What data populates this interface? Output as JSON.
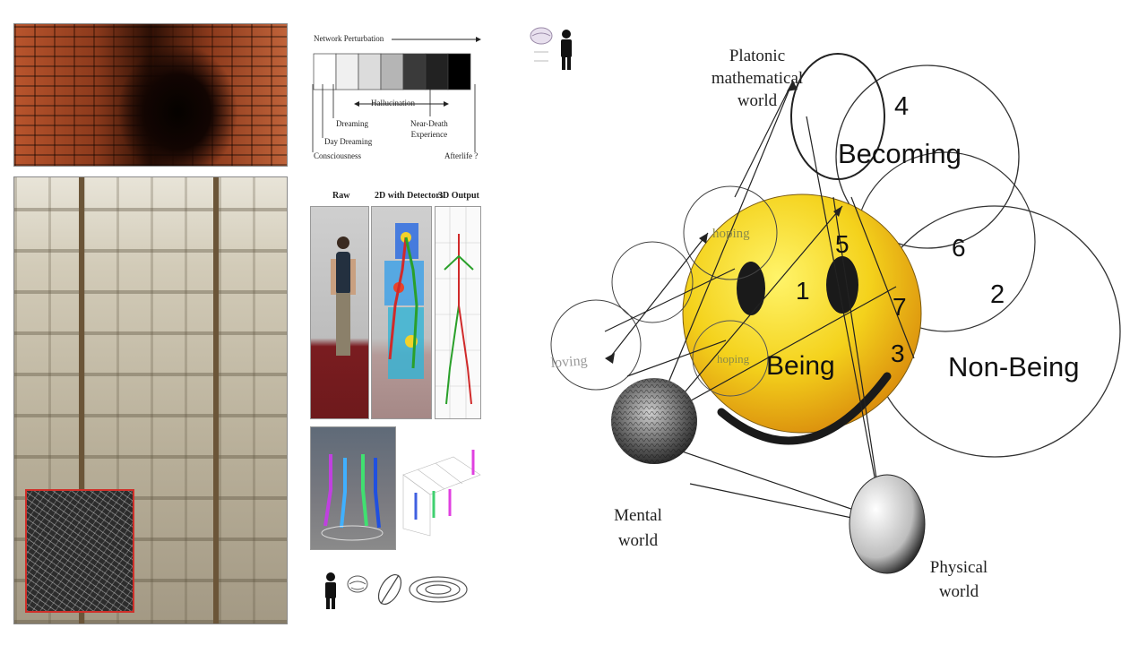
{
  "perturbation": {
    "title": "Network Perturbation",
    "hallucination": "Hallucination",
    "labels": [
      "Dreaming",
      "Day Dreaming",
      "Consciousness",
      "Near-Death\nExperience",
      "Afterlife ?"
    ],
    "shades": [
      "#ffffff",
      "#f0f0f0",
      "#dcdcdc",
      "#b5b5b5",
      "#3a3a3a",
      "#222222",
      "#000000"
    ]
  },
  "pose": {
    "raw_label": "Raw",
    "detectors_label": "2D with Detectors",
    "output_label": "3D Output"
  },
  "worlds": {
    "platonic": "Platonic\nmathematical\nworld",
    "mental": "Mental\nworld",
    "physical": "Physical\nworld",
    "becoming": "Becoming",
    "being": "Being",
    "non_being": "Non-Being",
    "region_numbers": [
      "4",
      "5",
      "6",
      "1",
      "7",
      "2",
      "3"
    ],
    "faint_labels": [
      "loving",
      "hoping",
      "hoping"
    ]
  },
  "colors": {
    "smiley_yellow": "#f4d21c",
    "smiley_dark": "#1a1a1a"
  }
}
